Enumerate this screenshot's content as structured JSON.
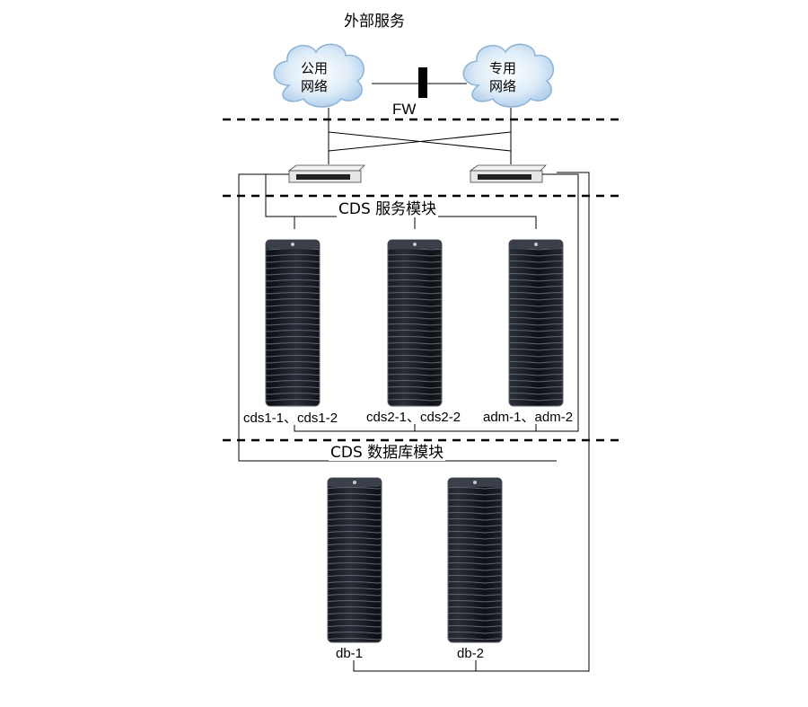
{
  "title": "外部服务",
  "clouds": {
    "public": {
      "line1": "公用",
      "line2": "网络"
    },
    "private": {
      "line1": "专用",
      "line2": "网络"
    }
  },
  "firewall_label": "FW",
  "modules": {
    "service": "CDS 服务模块",
    "database": "CDS 数据库模块"
  },
  "servers": {
    "cds1": "cds1-1、cds1-2",
    "cds2": "cds2-1、cds2-2",
    "adm": "adm-1、adm-2",
    "db1": "db-1",
    "db2": "db-2"
  },
  "colors": {
    "line": "#000000",
    "cloud_fill": "#cfe3f5",
    "cloud_edge": "#8fb3d6",
    "rack": "#1c1e24",
    "rack_edge": "#5a5f6a",
    "switch_fill": "#e8e8e8"
  }
}
